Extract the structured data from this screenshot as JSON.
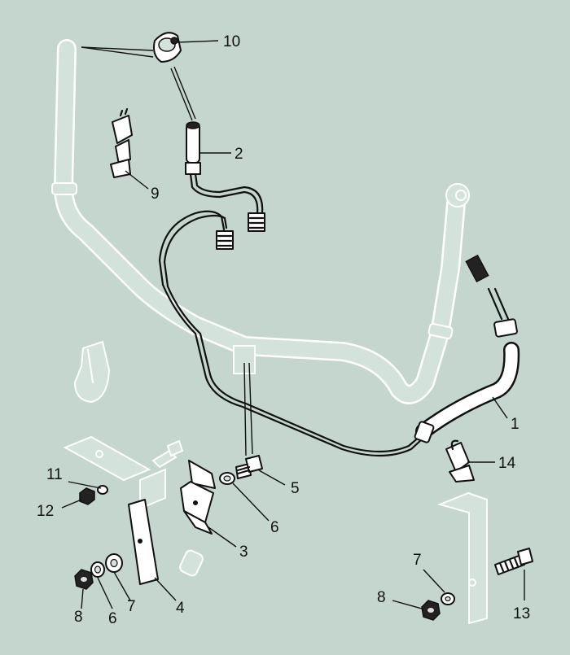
{
  "callouts": {
    "c1": "1",
    "c2": "2",
    "c3": "3",
    "c4": "4",
    "c5": "5",
    "c6a": "6",
    "c6b": "6",
    "c7a": "7",
    "c7b": "7",
    "c8a": "8",
    "c8b": "8",
    "c9": "9",
    "c10": "10",
    "c11": "11",
    "c12": "12",
    "c13": "13",
    "c14": "14"
  },
  "colors": {
    "background": "#c4d6ce",
    "ink": "#111111",
    "ghost_outline": "#ffffff"
  }
}
